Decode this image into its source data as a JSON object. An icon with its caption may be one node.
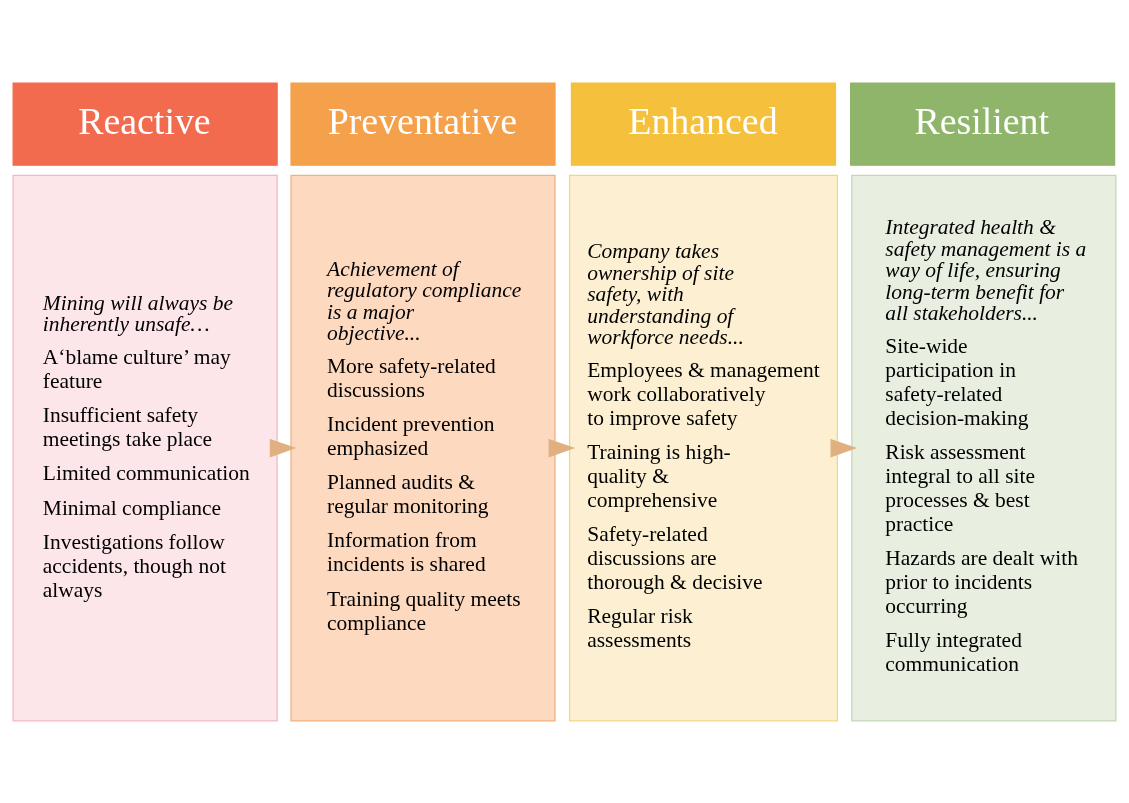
{
  "diagram": {
    "nodes": [
      {
        "text": [
          "Reactive"
        ]
      },
      {
        "text": [
          "Mining will always be inherently unsafe…",
          "A‘blame culture’ may feature",
          "Insufficient safety meetings take place",
          "Limited communication",
          "Minimal compliance",
          "Investigations follow accidents, though not always"
        ]
      },
      {
        "text": [
          "Preventative"
        ]
      },
      {
        "text": [
          "Achievement of regulatory compliance is a major objective...",
          "More safety-related discussions",
          "Incident prevention emphasized",
          "Planned audits & regular monitoring",
          "Information from incidents is shared",
          "Training quality meets compliance"
        ]
      },
      {
        "text": [
          "Enhanced"
        ]
      },
      {
        "text": [
          "Company takes ownership of site safety, with understanding of workforce needs...",
          "Employees & management work collaboratively to improve safety",
          "Training is high-quality & comprehensive",
          "Safety-related discussions are thorough & decisive",
          "Regular risk assessments"
        ]
      },
      {
        "text": [
          "Resilient"
        ]
      },
      {
        "text": [
          "Integrated health & safety management is a way of life, ensuring long-term benefit for all stakeholders...",
          "Site-wide participation in safety-related decision-making",
          "Risk assessment integral to all site processes & best practice",
          "Hazards are dealt with prior to incidents occurring",
          "Fully integrated communication"
        ]
      }
    ],
    "edges": [
      {
        "from": 1,
        "to": 3,
        "arrow": "to"
      },
      {
        "from": 3,
        "to": 5,
        "arrow": "to"
      },
      {
        "from": 5,
        "to": 7,
        "arrow": "to"
      }
    ]
  }
}
